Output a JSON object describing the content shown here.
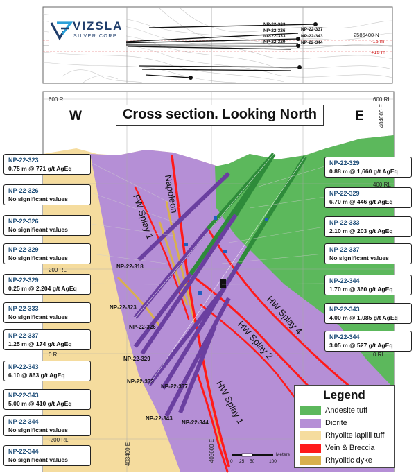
{
  "title": "Cross section. Looking North",
  "directions": {
    "west": "W",
    "east": "E"
  },
  "logo": {
    "name": "VIZSLA",
    "sub": "SILVER CORP."
  },
  "plan": {
    "labels_left": [
      "NP-22-323",
      "NP-22-326",
      "NP-22-333",
      "NP-22-329"
    ],
    "labels_right": [
      "NP-22-337",
      "NP-22-343",
      "NP-22-344"
    ],
    "northing": "2586400 N",
    "minus": "-15 m",
    "plus": "+15 m"
  },
  "levels": {
    "rl600_left": "600 RL",
    "rl600_right": "600 RL",
    "rl400": "400 RL",
    "rl200": "200 RL",
    "rl0_left": "0 RL",
    "rl0_right": "0 RL",
    "rlm200": "-200 RL",
    "e404000": "404000 E",
    "e403400": "403400 E",
    "e403600": "403600 E"
  },
  "structures": {
    "napoleon": "Napoleon",
    "fw_splay_1": "FW Splay 1",
    "hw_splay_4": "HW Splay 4",
    "hw_splay_2": "HW Splay 2",
    "hw_splay_1": "HW Splay 1"
  },
  "hole_labels": [
    "NP-22-318",
    "NP-22-323",
    "NP-22-326",
    "NP-22-329",
    "NP-22-333",
    "NP-22-337",
    "NP-22-343",
    "NP-22-344"
  ],
  "callouts_left": [
    {
      "hole": "NP-22-323",
      "value": "0.75 m @ 771 g/t AgEq"
    },
    {
      "hole": "NP-22-326",
      "value": "No significant values"
    },
    {
      "hole": "NP-22-326",
      "value": "No significant values"
    },
    {
      "hole": "NP-22-329",
      "value": "No significant values"
    },
    {
      "hole": "NP-22-329",
      "value": "0.25 m @ 2,204 g/t AgEq"
    },
    {
      "hole": "NP-22-333",
      "value": "No significant values"
    },
    {
      "hole": "NP-22-337",
      "value": "1.25 m @ 174 g/t AgEq"
    },
    {
      "hole": "NP-22-343",
      "value": "6.10 @ 863 g/t AgEq"
    },
    {
      "hole": "NP-22-343",
      "value": "5.00 m @ 410 g/t AgEq"
    },
    {
      "hole": "NP-22-344",
      "value": "No significant values"
    },
    {
      "hole": "NP-22-344",
      "value": "No significant values"
    }
  ],
  "callouts_right": [
    {
      "hole": "NP-22-329",
      "value": "0.88 m @ 1,660 g/t AgEq"
    },
    {
      "hole": "NP-22-329",
      "value": "6.70 m @ 446 g/t AgEq"
    },
    {
      "hole": "NP-22-333",
      "value": "2.10 m @ 203 g/t AgEq"
    },
    {
      "hole": "NP-22-337",
      "value": "No significant values"
    },
    {
      "hole": "NP-22-344",
      "value": "1.70 m @ 360 g/t AgEq"
    },
    {
      "hole": "NP-22-343",
      "value": "4.00 m @ 1,085 g/t AgEq"
    },
    {
      "hole": "NP-22-344",
      "value": "3.05 m @ 527 g/t AgEq"
    }
  ],
  "legend": {
    "title": "Legend",
    "items": [
      {
        "label": "Andesite tuff",
        "color": "#5cb85c"
      },
      {
        "label": "Diorite",
        "color": "#b58fd6"
      },
      {
        "label": "Rhyolite lapilli tuff",
        "color": "#f5dc9e"
      },
      {
        "label": "Vein & Breccia",
        "color": "#ff1a1a"
      },
      {
        "label": "Rhyolitic dyke",
        "color": "#d9b04d"
      }
    ]
  },
  "scale": {
    "ticks": [
      "0",
      "25",
      "50",
      "100"
    ],
    "unit": "Meters"
  },
  "colors": {
    "andesite": "#5cb85c",
    "diorite": "#b58fd6",
    "rhyolite": "#f5dc9e",
    "vein": "#ff1a1a",
    "dyke": "#d9b04d",
    "hole_purple": "#6a3fa0",
    "hole_green": "#2e8b3a"
  }
}
